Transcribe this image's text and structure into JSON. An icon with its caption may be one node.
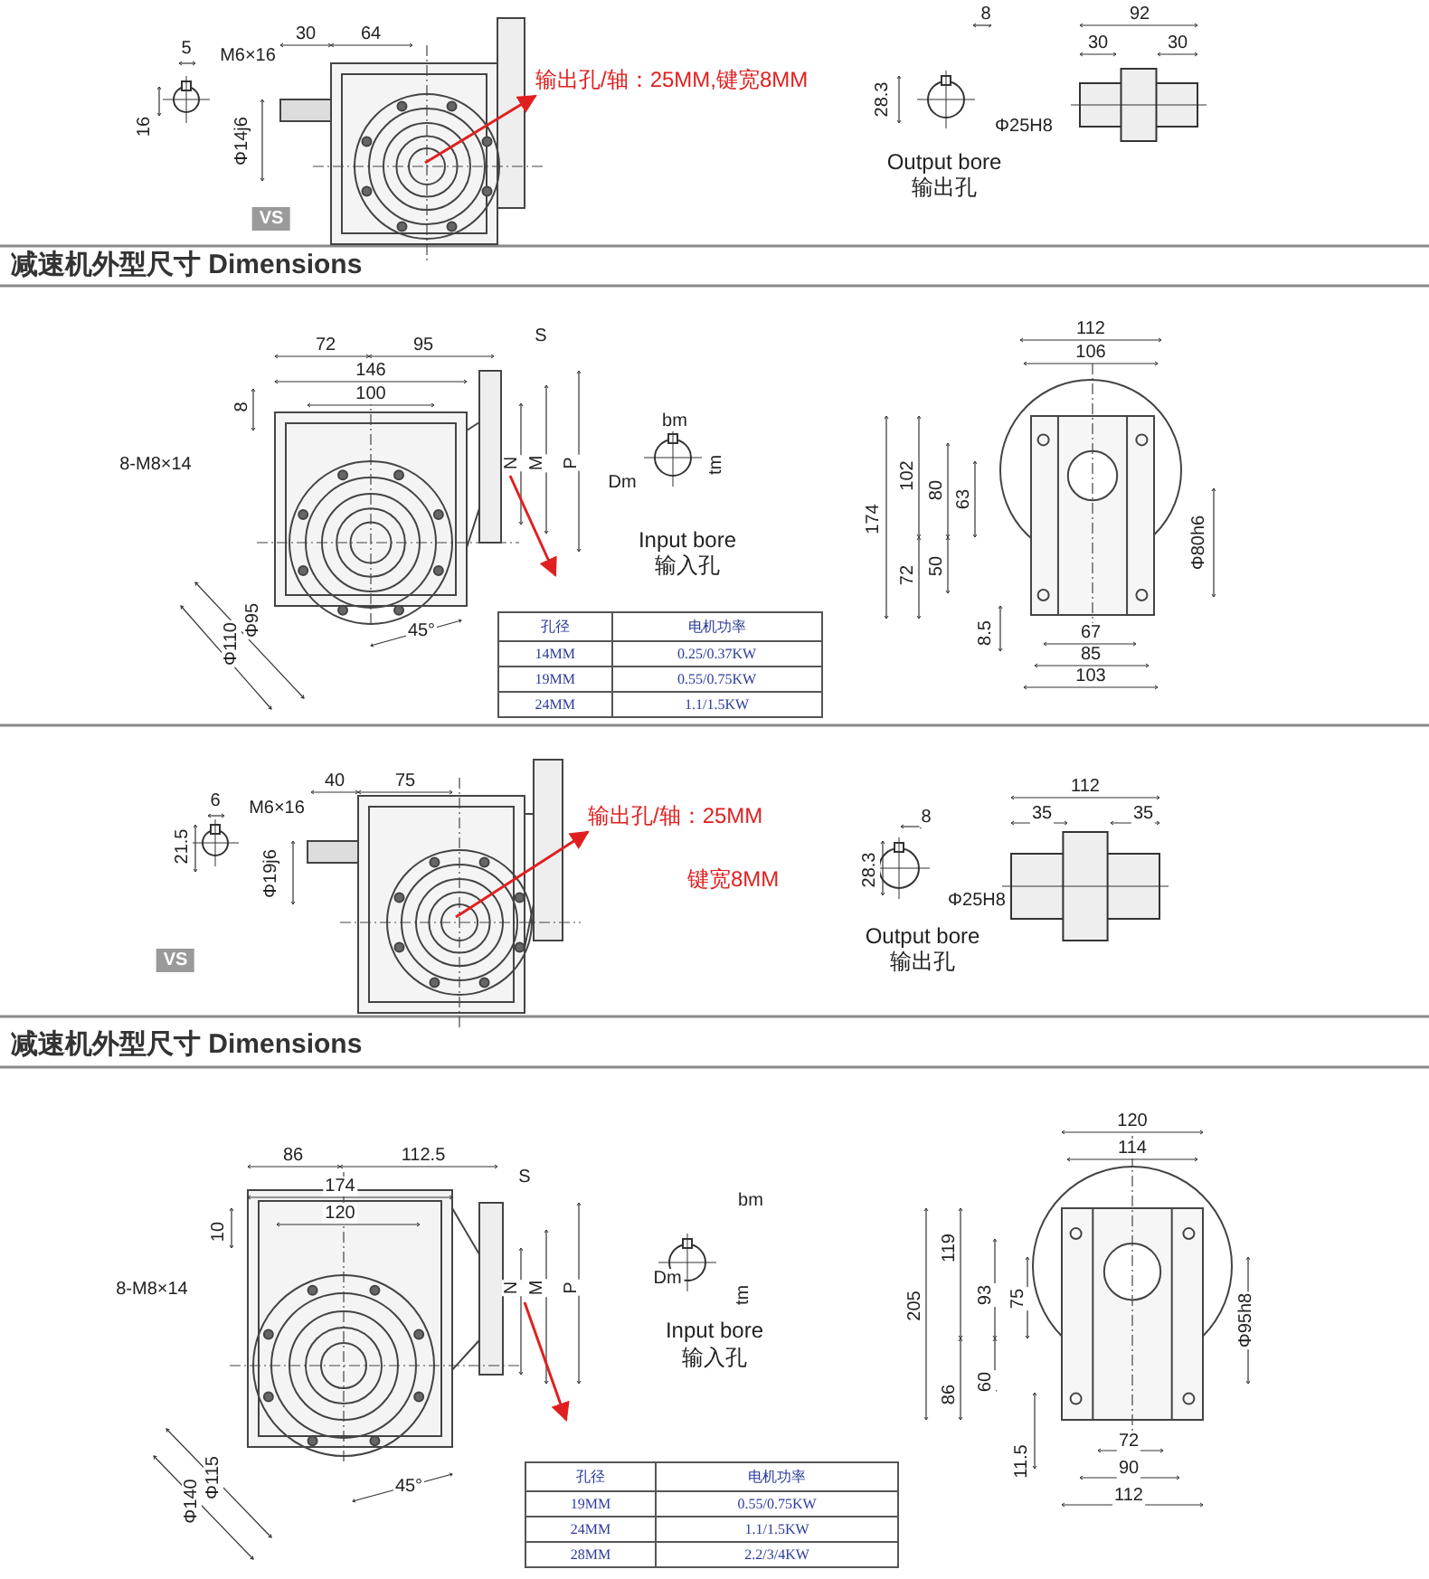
{
  "diagram": {
    "nodes": [
      {
        "text": [
          "输出孔/轴：25MM,键宽8MM"
        ]
      },
      {
        "text": [
          "输出孔/轴：25MM",
          "键宽8MM"
        ]
      }
    ],
    "edges": [
      {
        "from": null,
        "to": 0,
        "arrow": "to",
        "color": "#e02020"
      },
      {
        "from": null,
        "to": 1,
        "arrow": "to",
        "color": "#e02020"
      }
    ],
    "labels": [
      "5",
      "M6×16",
      "30",
      "64",
      "16",
      "Φ14j6",
      "VS",
      "8",
      "92",
      "30",
      "30",
      "28.3",
      "Φ25H8",
      "Output bore",
      "输出孔",
      "减速机外型尺寸 Dimensions",
      "72",
      "95",
      "S",
      "146",
      "100",
      "8",
      "8-M8×14",
      "N",
      "M",
      "P",
      "bm",
      "Dm",
      "tm",
      "Input bore",
      "输入孔",
      "Φ95",
      "Φ110",
      "45°",
      "孔径",
      "电机功率",
      "14MM",
      "0.25/0.37KW",
      "19MM",
      "0.55/0.75KW",
      "24MM",
      "1.1/1.5KW",
      "112",
      "106",
      "174",
      "102",
      "80",
      "63",
      "72",
      "50",
      "Φ80h6",
      "8.5",
      "67",
      "85",
      "103",
      "6",
      "M6×16",
      "40",
      "75",
      "21.5",
      "Φ19j6",
      "VS",
      "8",
      "112",
      "35",
      "35",
      "28.3",
      "Φ25H8",
      "Output bore",
      "输出孔",
      "减速机外型尺寸 Dimensions",
      "86",
      "112.5",
      "S",
      "174",
      "120",
      "10",
      "8-M8×14",
      "N",
      "M",
      "P",
      "bm",
      "Dm",
      "tm",
      "Input bore",
      "输入孔",
      "Φ115",
      "Φ140",
      "45°",
      "孔径",
      "电机功率",
      "19MM",
      "0.55/0.75KW",
      "24MM",
      "1.1/1.5KW",
      "28MM",
      "2.2/3/4KW",
      "120",
      "114",
      "205",
      "119",
      "93",
      "75",
      "86",
      "60",
      "Φ95h8",
      "11.5",
      "72",
      "90",
      "112"
    ]
  }
}
